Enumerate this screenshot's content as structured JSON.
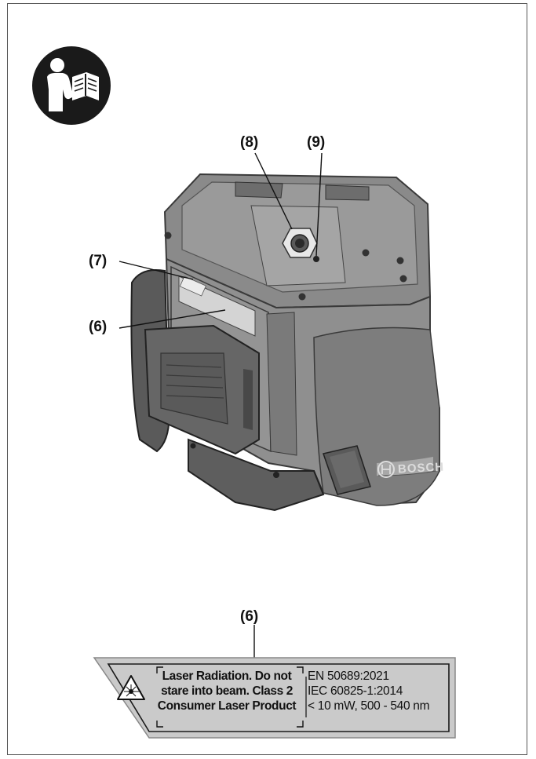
{
  "callouts": {
    "c8": "(8)",
    "c9": "(9)",
    "c7": "(7)",
    "c6_top": "(6)",
    "c6_bottom": "(6)"
  },
  "device": {
    "brand": "BOSCH"
  },
  "laser_label": {
    "warning_lines": [
      "Laser Radiation. Do not",
      "stare into beam. Class 2",
      "Consumer Laser Product"
    ],
    "standard_lines": [
      "EN 50689:2021",
      "IEC 60825-1:2014",
      "< 10 mW, 500 - 540 nm"
    ]
  },
  "icons": {
    "manual": "read-manual-icon",
    "laser_warning": "laser-warning-icon"
  },
  "colors": {
    "device_body": "#8c8c8c",
    "device_dark": "#5e5e5e",
    "label_plate": "#c9c9c9"
  }
}
